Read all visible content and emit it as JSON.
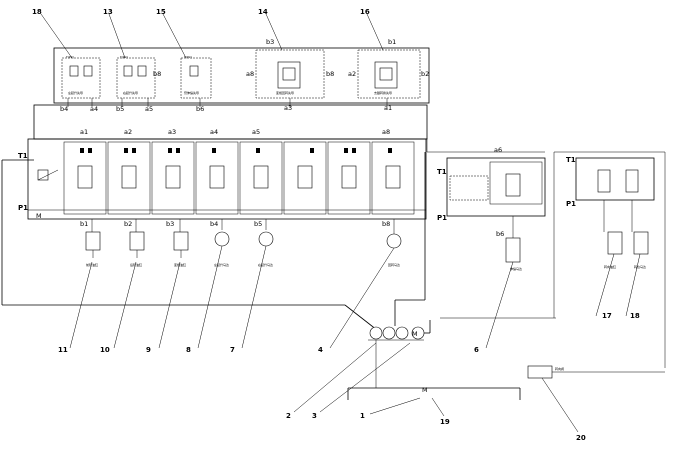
{
  "labels": {
    "t1": "T1",
    "p1": "P1",
    "m": "M",
    "t1_mid": "T1",
    "p1_mid": "P1",
    "t1_right": "T1",
    "p1_right": "P1"
  },
  "pilots": [
    {
      "num": "18",
      "top": "T(P2)",
      "left": "b4",
      "right": "a4",
      "cn": "左起升先导"
    },
    {
      "num": "13",
      "top": "T(P2)",
      "left": "b5",
      "right": "a5",
      "cn": "右起升先导"
    },
    {
      "num": "15",
      "top": "T(P2)",
      "left": "b6",
      "right": "",
      "cn": "臂伸缩先导"
    },
    {
      "num": "14",
      "top": "b3",
      "left": "a8",
      "right": "b8",
      "bottom": "a3",
      "cn": "变幅回转先导"
    },
    {
      "num": "16",
      "top": "b1",
      "left": "a2",
      "right": "b2",
      "bottom": "a1",
      "cn": "支腿转换先导"
    }
  ],
  "valve_labels": [
    "a1",
    "a2",
    "a3",
    "a4",
    "a5",
    "a8"
  ],
  "port_labels": [
    "b1",
    "b2",
    "b3",
    "b4",
    "b5",
    "b8"
  ],
  "right_pilot_num": "b8",
  "mid_valve": {
    "top": "a6",
    "bottom": "b6"
  },
  "actuator_cn": [
    "前轮油缸",
    "后轮油缸",
    "变幅油缸",
    "左起升马达",
    "右起升马达",
    "回转马达",
    "伸缩马达",
    "转向油缸",
    "转台马达"
  ],
  "callouts": [
    "11",
    "10",
    "9",
    "8",
    "7",
    "4",
    "6",
    "17",
    "18",
    "2",
    "3",
    "1",
    "19",
    "20"
  ],
  "bottom_label_motor": "M",
  "pump_label": "M",
  "valve20_cn": "转向阀"
}
